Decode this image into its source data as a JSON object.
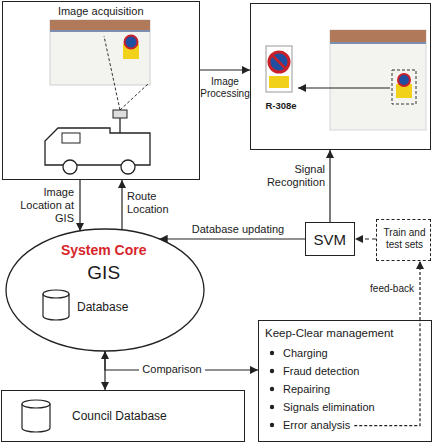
{
  "diagram": {
    "nodes": [
      {
        "text": [
          "Image acquisition"
        ]
      },
      {
        "text": [
          "R-308e"
        ]
      },
      {
        "text": [
          "SVM"
        ]
      },
      {
        "text": [
          "Train and test sets"
        ]
      },
      {
        "text": [
          "System Core",
          "GIS",
          "Database"
        ]
      },
      {
        "text": [
          "Keep-Clear management",
          "Charging",
          "Fraud detection",
          "Repairing",
          "Signals elimination",
          "Error analysis"
        ]
      },
      {
        "text": [
          "Council Database"
        ]
      }
    ],
    "edges": [
      {
        "from": 0,
        "to": 1,
        "label": "Image Processing",
        "arrow": "to"
      },
      {
        "from": 0,
        "to": 4,
        "label": "Image Location at GIS",
        "arrow": "to"
      },
      {
        "from": 4,
        "to": 0,
        "label": "Route Location",
        "arrow": "to"
      },
      {
        "from": 2,
        "to": 1,
        "label": "Signal Recognition",
        "arrow": "to"
      },
      {
        "from": 2,
        "to": 4,
        "label": "Database updating",
        "arrow": "to"
      },
      {
        "from": 3,
        "to": 2,
        "arrow": "to"
      },
      {
        "from": 4,
        "to": 6,
        "arrow": "both"
      },
      {
        "from": 4,
        "to": 5,
        "label": "Comparison",
        "arrow": "to"
      },
      {
        "from": 5,
        "to": 3,
        "label": "feed-back",
        "arrow": "to"
      }
    ]
  }
}
